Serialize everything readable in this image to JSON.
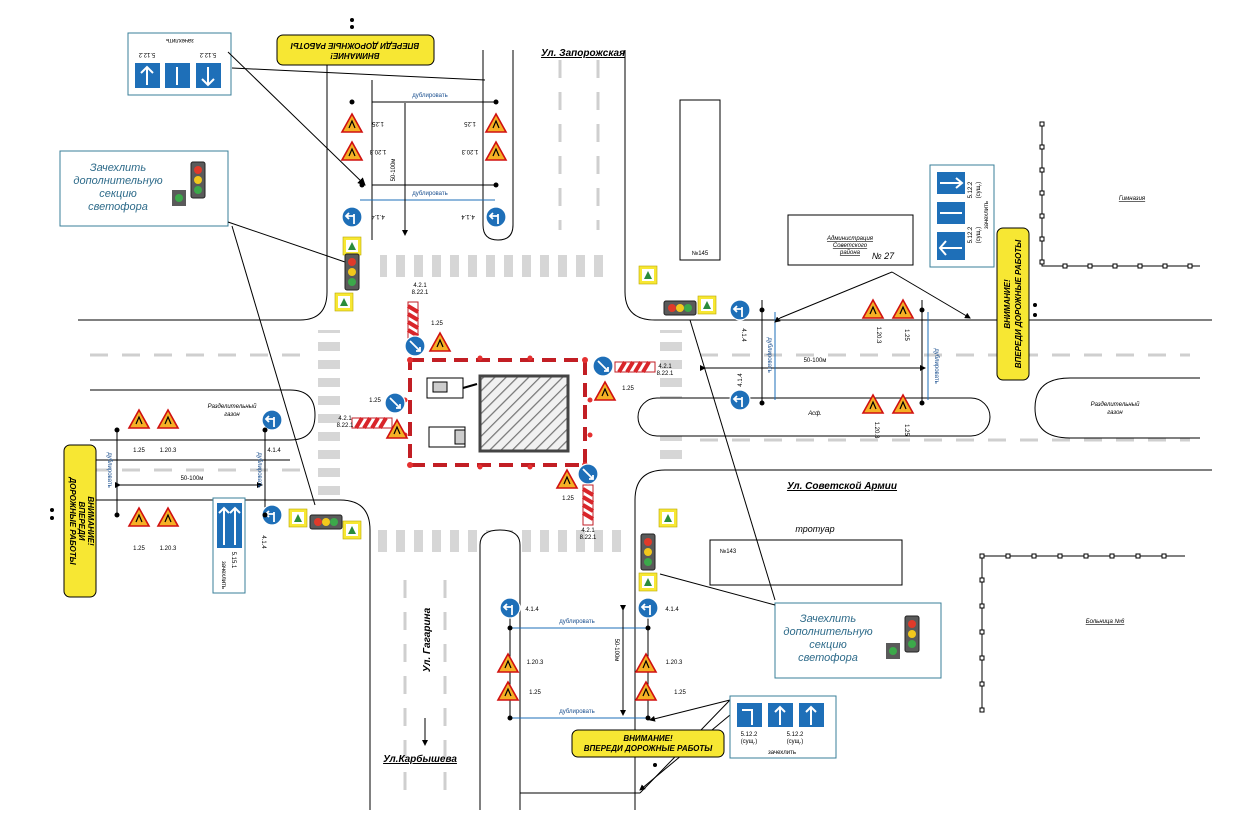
{
  "streets": {
    "zaporozhskaya": "Ул. Запорожская",
    "sovetskoy_armii": "Ул. Советской Армии",
    "gagarina": "Ул. Гагарина",
    "karbysheva": "Ул.Карбышева"
  },
  "buildings": {
    "no145": "№145",
    "administration": [
      "Администрация",
      "Советского",
      "района"
    ],
    "no27": "№ 27",
    "no143": "№143",
    "gymnasium": "Гимназия",
    "hospital": "Больница №6",
    "sidewalk": "тротуар",
    "asphalt": "Асф.",
    "median_left": [
      "Разделительный",
      "газон"
    ],
    "median_right": [
      "Разделительный",
      "газон"
    ]
  },
  "notes": {
    "cover_section": [
      "Зачехлить",
      "дополнительную",
      "секцию",
      "светофора"
    ]
  },
  "warnings": {
    "attention_lines": [
      "ВНИМАНИЕ!",
      "ВПЕРЕДИ ДОРОЖНЫЕ РАБОТЫ"
    ],
    "attention_top_lines": [
      "ВНИМАНИЕ!",
      "ВПЕРЕДИ ДОРОЖНЫЕ РАБОТЫ"
    ],
    "attention_left": [
      "ВНИМАНИЕ!",
      "ВПЕРЕДИ",
      "ДОРОЖНЫЕ РАБОТЫ"
    ],
    "attention_right": [
      "ВНИМАНИЕ!",
      "ВПЕРЕДИ ДОРОЖНЫЕ РАБОТЫ"
    ]
  },
  "labels": {
    "duplicate": "дублировать",
    "distance": "50-100м",
    "cover": "зачехлить",
    "sign_1_25": "1.25",
    "sign_1_20_3": "1.20.3",
    "sign_4_1_4": "4.1.4",
    "sign_4_2_1": "4.2.1",
    "sign_8_22_1": "8.22.1",
    "sign_5_12_2": "5.12.2",
    "sign_5_15_1": "5.15.1",
    "sign_5_12_2_sush": "5.12.2 (сущ.)",
    "sush": "(сущ.)"
  },
  "colors": {
    "sign_blue": "#1e6fb8",
    "warning_yellow": "#f7e733",
    "warning_orange": "#f0a020",
    "barrier_red": "#d9252a",
    "note_teal": "#3a7f99",
    "median_fill": "#ffffff",
    "crosswalk": "#d8d8d8"
  }
}
